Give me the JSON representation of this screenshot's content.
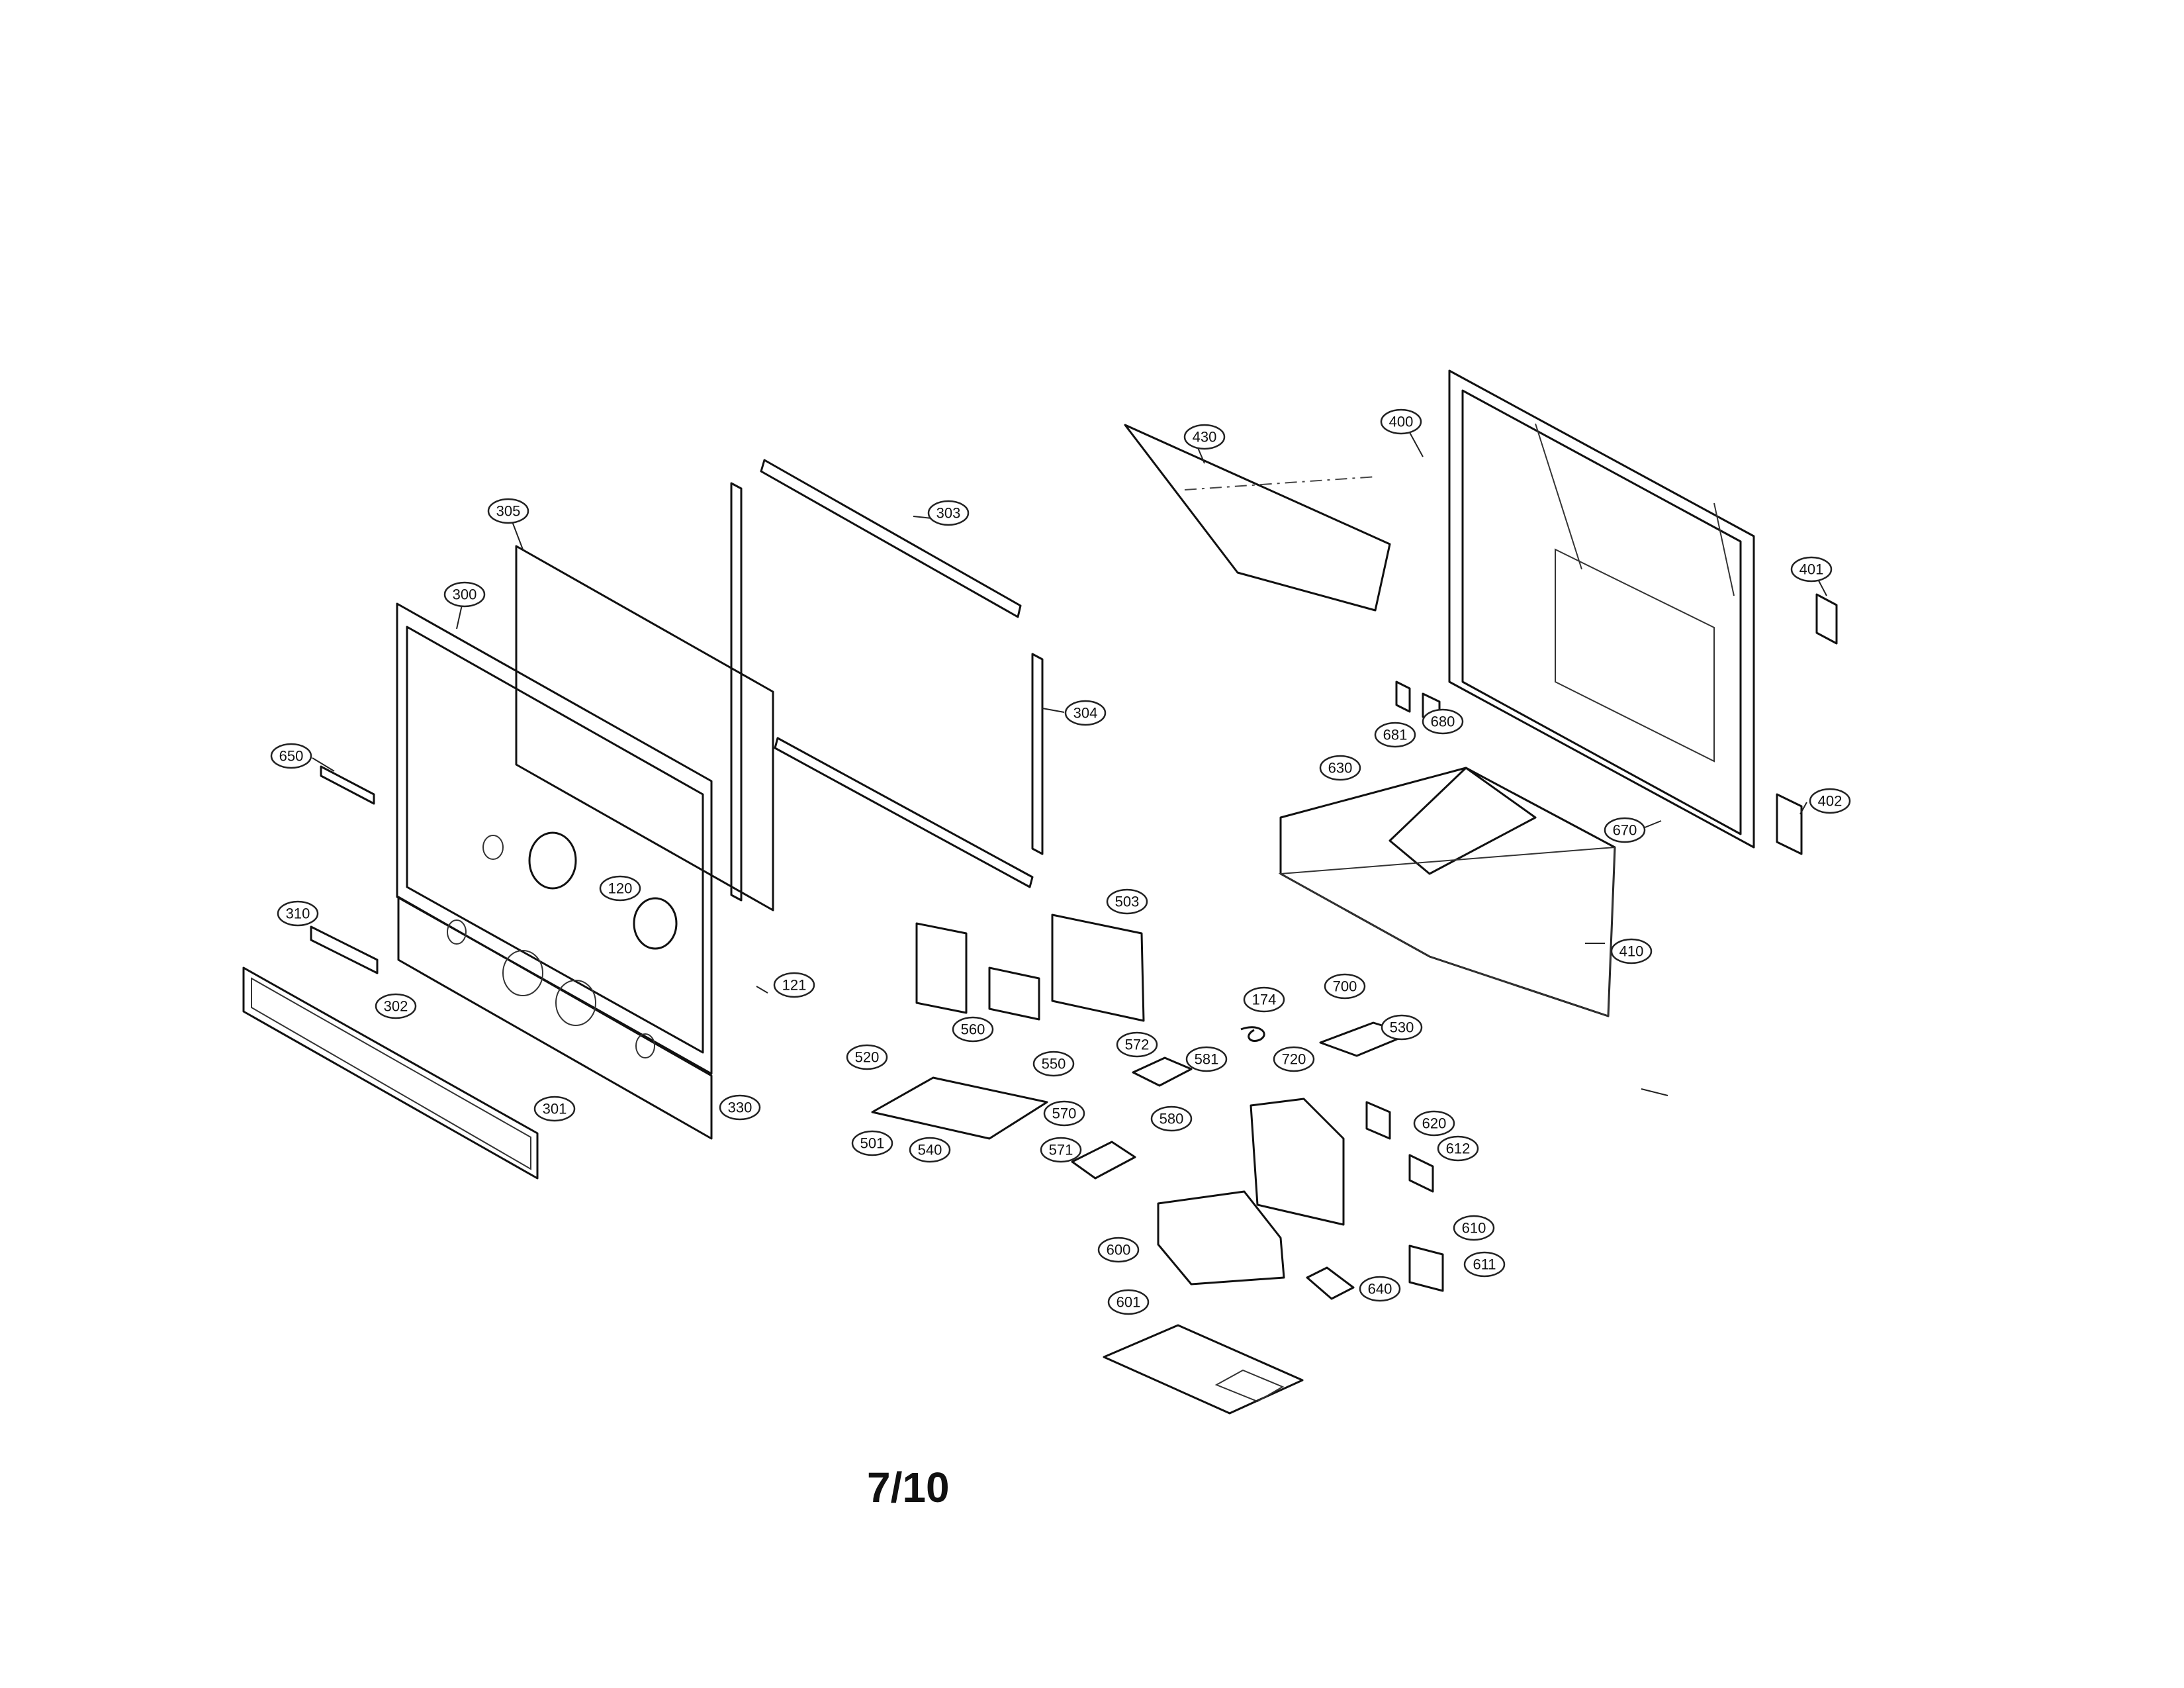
{
  "page_number": "7/10",
  "callouts": [
    "400",
    "430",
    "401",
    "305",
    "300",
    "303",
    "304",
    "650",
    "681",
    "680",
    "630",
    "402",
    "670",
    "120",
    "121",
    "310",
    "302",
    "503",
    "410",
    "700",
    "520",
    "560",
    "550",
    "174",
    "530",
    "572",
    "581",
    "720",
    "570",
    "580",
    "620",
    "612",
    "501",
    "540",
    "330",
    "301",
    "571",
    "610",
    "600",
    "640",
    "611",
    "601"
  ]
}
